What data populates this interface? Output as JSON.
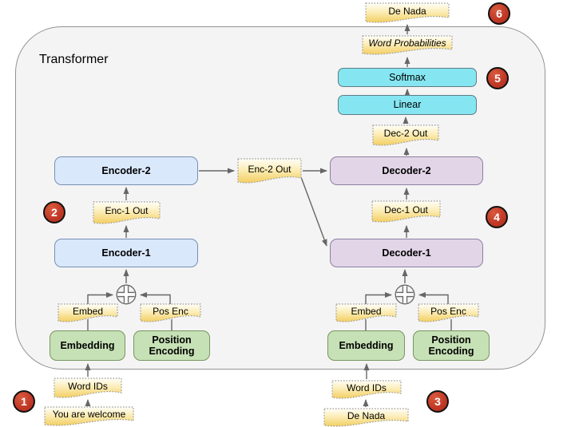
{
  "diagram": {
    "container_label": "Transformer",
    "encoder_stack": {
      "encoder_1": "Encoder-1",
      "encoder_2": "Encoder-2",
      "enc_1_out": "Enc-1 Out",
      "enc_2_out": "Enc-2 Out"
    },
    "decoder_stack": {
      "decoder_1": "Decoder-1",
      "decoder_2": "Decoder-2",
      "dec_1_out": "Dec-1 Out",
      "dec_2_out": "Dec-2 Out"
    },
    "output_head": {
      "linear": "Linear",
      "softmax": "Softmax",
      "word_probabilities": "Word Probabilities",
      "output_token": "De Nada"
    },
    "encoder_input": {
      "sentence": "You are welcome",
      "word_ids": "Word IDs",
      "embed": "Embed",
      "pos_enc": "Pos Enc",
      "embedding": "Embedding",
      "position_encoding": "Position Encoding"
    },
    "decoder_input": {
      "sentence": "De Nada",
      "word_ids": "Word IDs",
      "embed": "Embed",
      "pos_enc": "Pos Enc",
      "embedding": "Embedding",
      "position_encoding": "Position Encoding"
    },
    "step_badges": [
      "1",
      "2",
      "3",
      "4",
      "5",
      "6"
    ],
    "colors": {
      "frame_fill": "#f4f4f5",
      "encoder_fill": "#dae8fc",
      "decoder_fill": "#e1d5e7",
      "output_head_fill": "#85e6f2",
      "embedding_fill": "#c7e1b6",
      "label_gradient_top": "#fffef8",
      "label_gradient_bottom": "#f3cf63",
      "badge_fill": "#c23a27",
      "arrow": "#666666"
    }
  }
}
